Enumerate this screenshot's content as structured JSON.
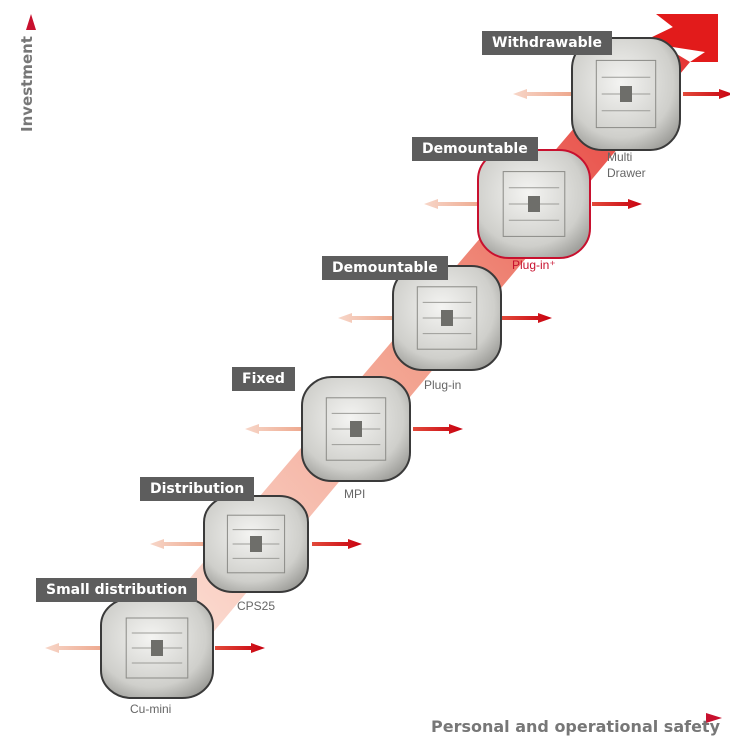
{
  "axes": {
    "y_title": "Investment",
    "x_title": "Personal and operational safety"
  },
  "steps": [
    {
      "category": "Small distribution",
      "product": "Cu-mini"
    },
    {
      "category": "Distribution",
      "product": "CPS25"
    },
    {
      "category": "Fixed",
      "product": "MPI"
    },
    {
      "category": "Demountable",
      "product": "Plug-in"
    },
    {
      "category": "Demountable",
      "product": "Plug-in⁺",
      "highlight": true
    },
    {
      "category": "Withdrawable",
      "product": "Multi Drawer",
      "product_lines": [
        "Multi",
        "Drawer"
      ]
    }
  ],
  "colors": {
    "axis_red": "#c8102e",
    "axis_pink": "#f1b8bf",
    "label_bg": "#5d5d5d",
    "arrow_in": "#f4c5b0",
    "arrow_out": "#d0021b",
    "stair_light": "#fbe1d6",
    "stair_dark": "#e8302e"
  }
}
